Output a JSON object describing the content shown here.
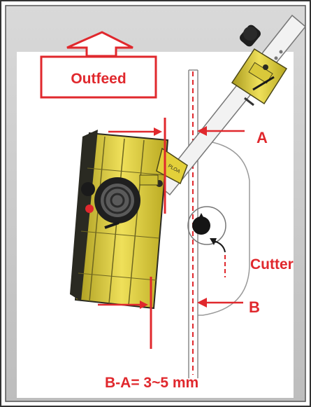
{
  "labels": {
    "outfeed": "Outfeed",
    "a": "A",
    "b": "B",
    "cutter": "Cutter",
    "formula": "B-A= 3~5 mm",
    "tool_brand": "PLOA"
  },
  "colors": {
    "accent_red": "#e0282d",
    "tool_yellow": "#e8d43a",
    "tool_dark": "#2a2a22",
    "frame_gray": "#c9c9c9",
    "board_white": "#ffffff"
  },
  "icons": {
    "outfeed_arrow": "up-arrow-outline-icon",
    "pointer_a": "left-arrow-icon",
    "pointer_b": "left-arrow-icon",
    "cutter_pointer": "curved-arrow-icon"
  }
}
